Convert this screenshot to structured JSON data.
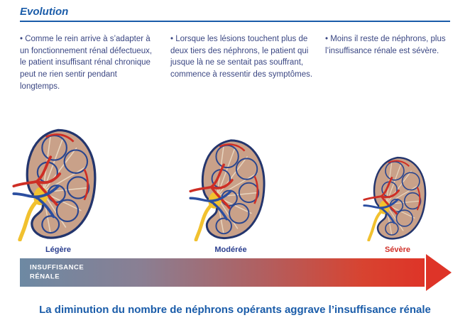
{
  "header": {
    "title": "Evolution"
  },
  "columns": [
    {
      "text": "• Comme le rein arrive à s’adapter à un fonctionnement rénal défectueux, le patient insuffisant rénal chronique peut ne rien sentir pendant longtemps."
    },
    {
      "text": "• Lorsque les lésions touchent plus de deux tiers des néphrons, le patient qui jusque là ne se sentait pas souffrant, commence à ressentir des symptômes."
    },
    {
      "text": "• Moins il reste de néphrons, plus l’insuffisance rénale est sévère."
    }
  ],
  "stages": [
    {
      "label": "Légère",
      "label_color": "#2b3f8f"
    },
    {
      "label": "Modérée",
      "label_color": "#2b3f8f"
    },
    {
      "label": "Sévère",
      "label_color": "#d0312a"
    }
  ],
  "arrow": {
    "label_line1": "INSUFFISANCE",
    "label_line2": "RÉNALE",
    "start_color": "#6d89a3",
    "end_color": "#de3428"
  },
  "footer": {
    "text": "La diminution du nombre de néphrons opérants aggrave l’insuffisance rénale"
  },
  "colors": {
    "accent_blue": "#1a5ca9",
    "body_text_blue": "#3b4783",
    "stage_blue": "#2b3f8f",
    "stage_red": "#d0312a"
  }
}
